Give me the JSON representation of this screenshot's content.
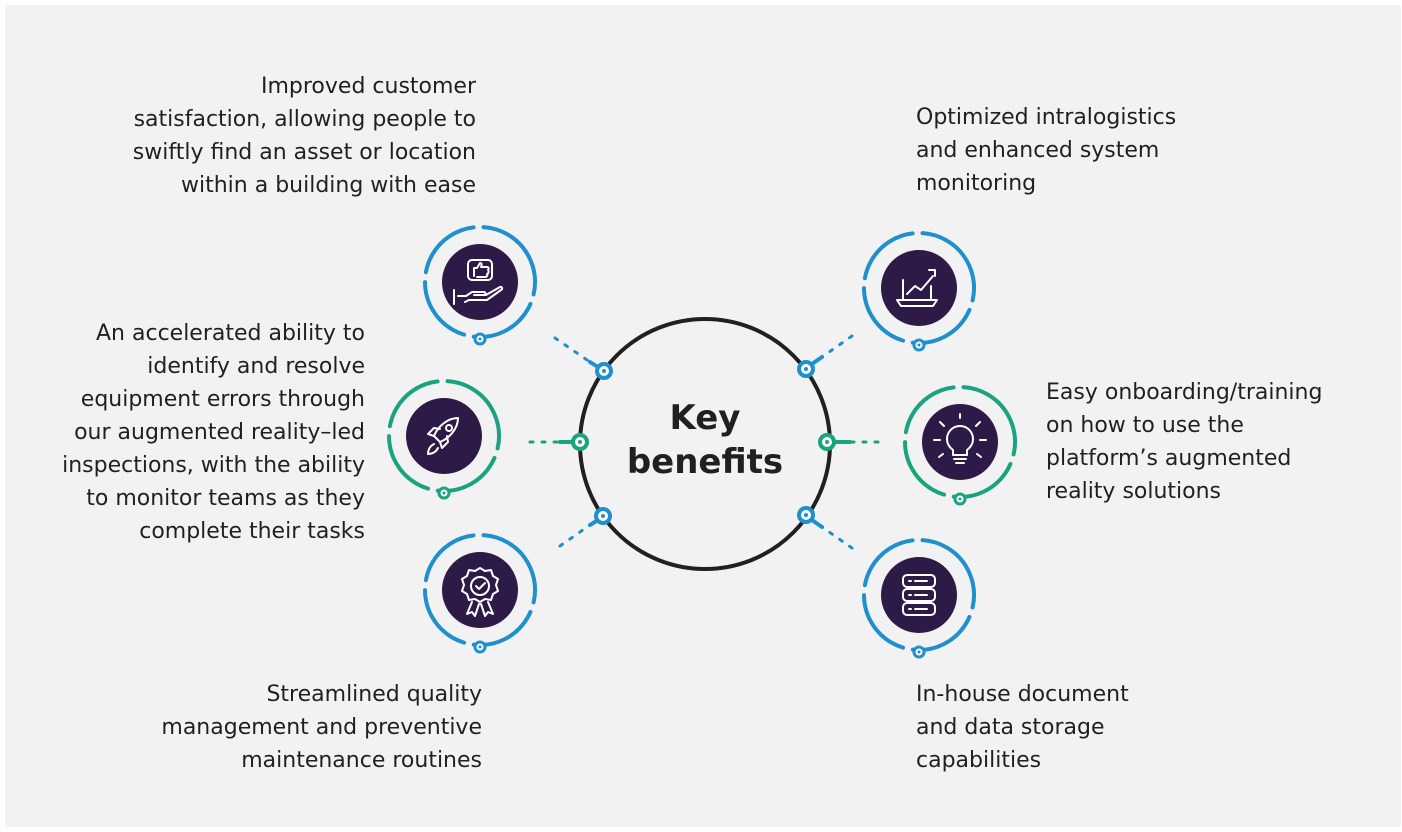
{
  "center": {
    "title": "Key\nbenefits"
  },
  "benefits": {
    "customer_satisfaction": {
      "text": "Improved customer\nsatisfaction, allowing people to\nswiftly find an asset or location\nwithin a building with ease",
      "icon": "thumbs-up-hand-icon",
      "ring_color": "#1f8fce"
    },
    "equipment_errors": {
      "text": "An accelerated ability to\nidentify and resolve\nequipment errors through\nour augmented reality–led\ninspections, with the ability\nto monitor teams as they\ncomplete their tasks",
      "icon": "rocket-icon",
      "ring_color": "#1aa37e"
    },
    "quality_management": {
      "text": "Streamlined quality\nmanagement and preventive\nmaintenance routines",
      "icon": "quality-badge-icon",
      "ring_color": "#1f8fce"
    },
    "intralogistics": {
      "text": "Optimized intralogistics\nand enhanced system\nmonitoring",
      "icon": "laptop-growth-chart-icon",
      "ring_color": "#1f8fce"
    },
    "onboarding": {
      "text": "Easy onboarding/training\non how to use the\nplatform’s augmented\nreality solutions",
      "icon": "lightbulb-icon",
      "ring_color": "#1aa37e"
    },
    "data_storage": {
      "text": "In-house document\nand data storage\ncapabilities",
      "icon": "server-storage-icon",
      "ring_color": "#1f8fce"
    }
  },
  "colors": {
    "background": "#f2f2f2",
    "blue": "#1f8fce",
    "green": "#1aa37e",
    "icon_fill": "#2e1a47",
    "center_ring": "#231f20",
    "text": "#231f20"
  }
}
